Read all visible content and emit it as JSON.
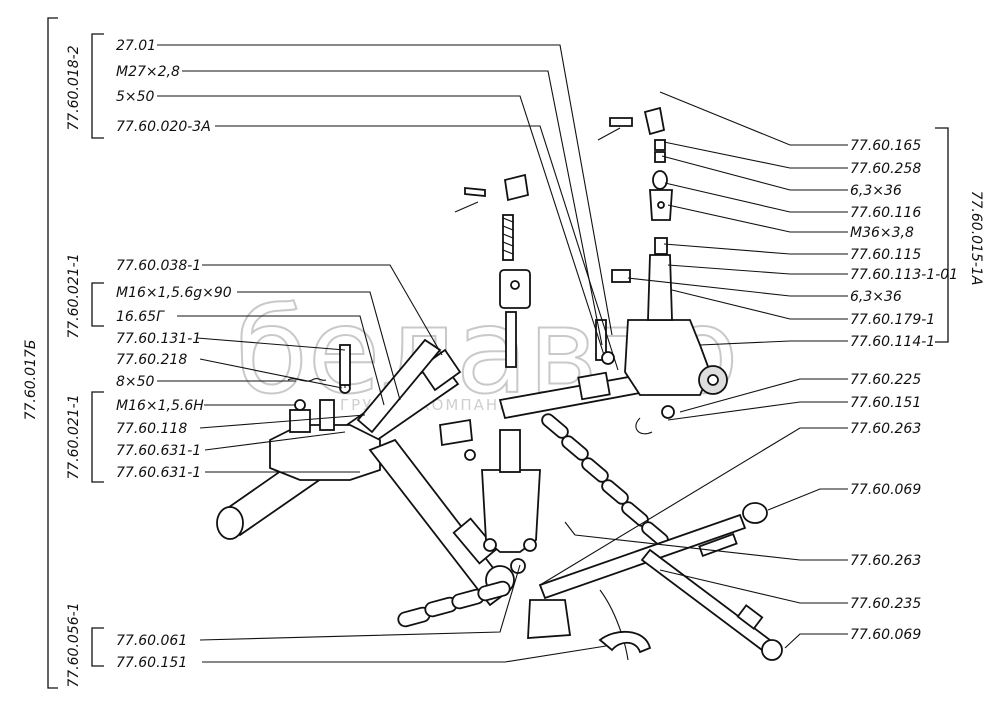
{
  "watermark": {
    "brand": "белавто",
    "tagline": "ГРУППА КОМПАНИЙ"
  },
  "groups": [
    {
      "id": "g-017b",
      "label": "77.60.017Б"
    },
    {
      "id": "g-018-2",
      "label": "77.60.018-2"
    },
    {
      "id": "g-021-1a",
      "label": "77.60.021-1"
    },
    {
      "id": "g-021-1b",
      "label": "77.60.021-1"
    },
    {
      "id": "g-056-1",
      "label": "77.60.056-1"
    },
    {
      "id": "g-015-1a",
      "label": "77.60.015-1А"
    }
  ],
  "labels_left": [
    {
      "id": "l1",
      "text": "27.01"
    },
    {
      "id": "l2",
      "text": "М27×2,8"
    },
    {
      "id": "l3",
      "text": "5×50"
    },
    {
      "id": "l4",
      "text": "77.60.020-3А"
    },
    {
      "id": "l5",
      "text": "77.60.038-1"
    },
    {
      "id": "l6",
      "text": "М16×1,5.6g×90"
    },
    {
      "id": "l7",
      "text": "16.65Г"
    },
    {
      "id": "l8",
      "text": "77.60.131-1"
    },
    {
      "id": "l9",
      "text": "77.60.218"
    },
    {
      "id": "l10",
      "text": "8×50"
    },
    {
      "id": "l11",
      "text": "М16×1,5.6Н"
    },
    {
      "id": "l12",
      "text": "77.60.118"
    },
    {
      "id": "l13",
      "text": "77.60.631-1"
    },
    {
      "id": "l14",
      "text": "77.60.631-1"
    },
    {
      "id": "l15",
      "text": "77.60.061"
    },
    {
      "id": "l16",
      "text": "77.60.151"
    }
  ],
  "labels_right": [
    {
      "id": "r1",
      "text": "77.60.165"
    },
    {
      "id": "r2",
      "text": "77.60.258"
    },
    {
      "id": "r3",
      "text": "6,3×36"
    },
    {
      "id": "r4",
      "text": "77.60.116"
    },
    {
      "id": "r5",
      "text": "М36×3,8"
    },
    {
      "id": "r6",
      "text": "77.60.115"
    },
    {
      "id": "r7",
      "text": "77.60.113-1-01"
    },
    {
      "id": "r8",
      "text": "6,3×36"
    },
    {
      "id": "r9",
      "text": "77.60.179-1"
    },
    {
      "id": "r10",
      "text": "77.60.114-1"
    },
    {
      "id": "r11",
      "text": "77.60.225"
    },
    {
      "id": "r12",
      "text": "77.60.151"
    },
    {
      "id": "r13",
      "text": "77.60.263"
    },
    {
      "id": "r14",
      "text": "77.60.069"
    },
    {
      "id": "r15",
      "text": "77.60.263"
    },
    {
      "id": "r16",
      "text": "77.60.235"
    },
    {
      "id": "r17",
      "text": "77.60.069"
    }
  ]
}
